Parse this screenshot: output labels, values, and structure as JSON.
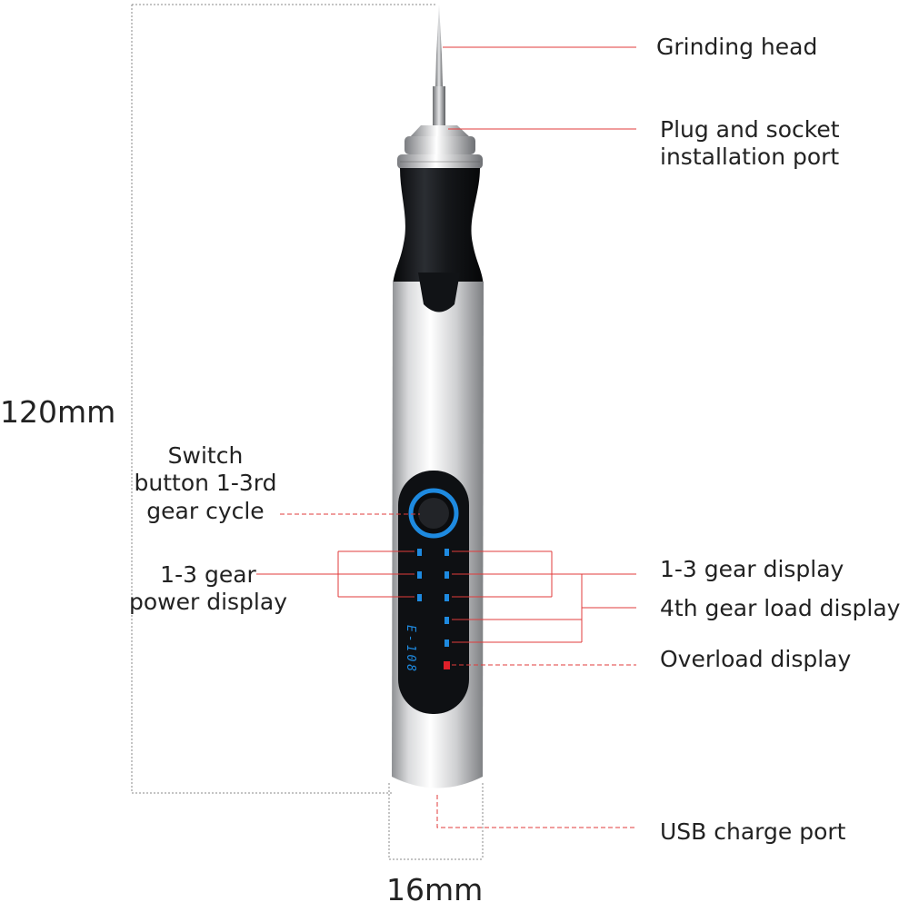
{
  "dimensions": {
    "height_label": "120mm",
    "width_label": "16mm"
  },
  "device": {
    "model_text": "E-108",
    "indicator_color": "#1e8ae0",
    "overload_color": "#e0202a",
    "body_color": "#c9cacc",
    "grip_color": "#17191c"
  },
  "callouts": {
    "grinding_head": "Grinding head",
    "plug_socket_line1": "Plug and socket",
    "plug_socket_line2": "installation port",
    "switch_line1": "Switch",
    "switch_line2": "button 1-3rd",
    "switch_line3": "gear cycle",
    "power_line1": "1-3 gear",
    "power_line2": "power display",
    "gear_display": "1-3 gear display",
    "load_display": "4th gear load display",
    "overload_display": "Overload display",
    "usb_port": "USB charge port"
  },
  "colors": {
    "leader_line": "#e23b3b",
    "dimension_line": "#888888"
  }
}
